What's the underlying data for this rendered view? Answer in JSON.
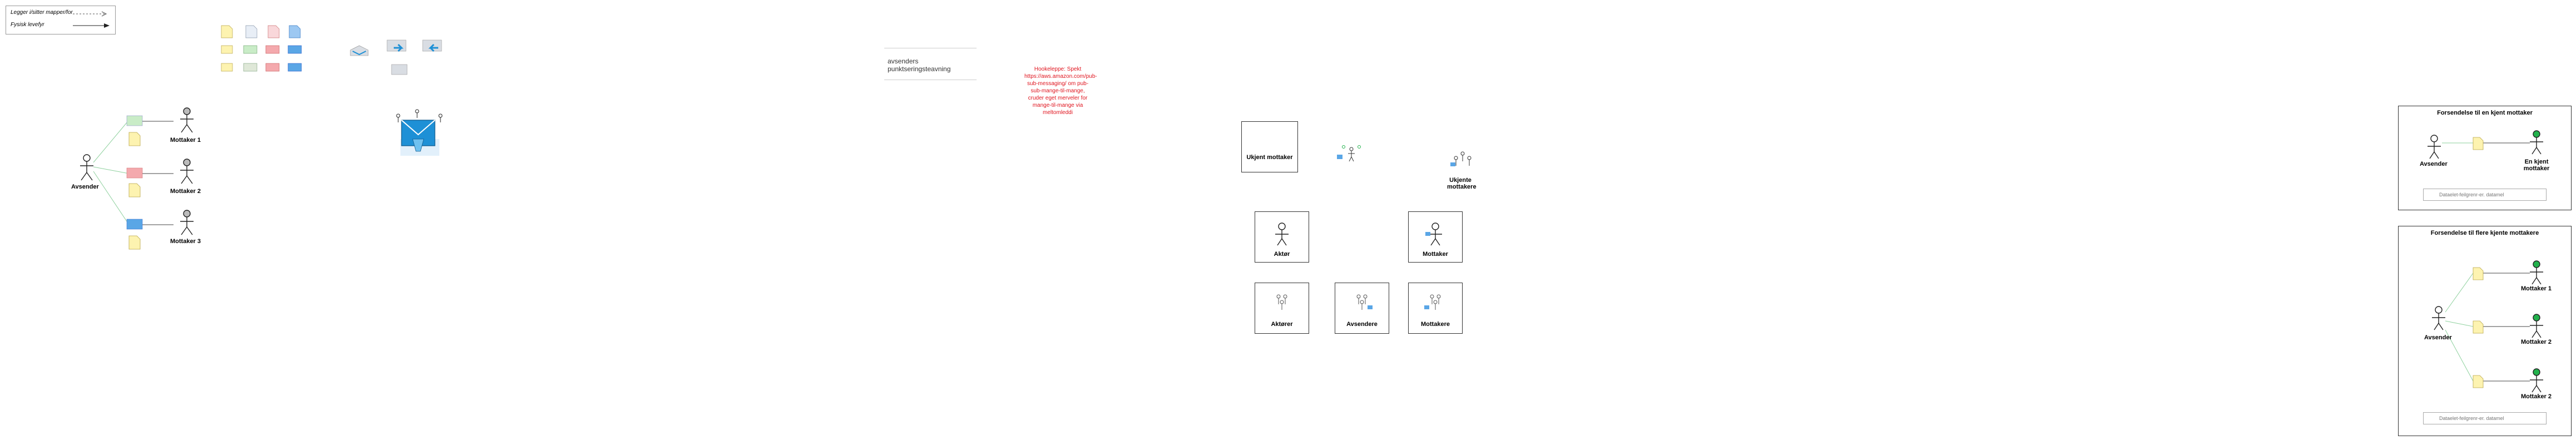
{
  "legend": {
    "async_label": "Legger i/sitter mapper/for",
    "sync_label": "Fysisk levefyr"
  },
  "left_diagram": {
    "sender": "Avsender",
    "receivers": [
      "Mottaker 1",
      "Mottaker 2",
      "Mottaker 3"
    ]
  },
  "note": {
    "text": "avsenders punktseringsteavning"
  },
  "red_note": {
    "text": "Hookeleppe: Spekt https://aws.amazon.com/pub-sub-messaging/ om pub-sub-mange-til-mange, cruder eget merveler for mange-til-mange via meltomleddi"
  },
  "middle_labels": {
    "unknown_receiver": "Ukjent mottaker",
    "unknown_receivers": "Ukjente mottakere",
    "actor": "Aktør",
    "receiver": "Mottaker",
    "actors": "Aktører",
    "senders": "Avsendere",
    "receivers": "Mottakere"
  },
  "panel_one": {
    "title": "Forsendelse til en kjent mottaker",
    "sender": "Avsender",
    "receiver": "En kjent mottaker",
    "footnote": "Dataelet-feilgrenr-er. datamel"
  },
  "panel_many": {
    "title": "Forsendelse til flere kjente mottakere",
    "sender": "Avsender",
    "receivers": [
      "Mottaker 1",
      "Mottaker 2",
      "Mottaker 2"
    ],
    "footnote": "Dataelet-feilgrenr-er. datamel"
  },
  "colors": {
    "envelope_yellow": "#fdf3b0",
    "envelope_green": "#c9ecc7",
    "envelope_red": "#f4a9ad",
    "envelope_blue": "#5aa6e6",
    "accent_blue": "#1e90d6",
    "known_green": "#22b14c",
    "red_text": "#e0141e"
  }
}
